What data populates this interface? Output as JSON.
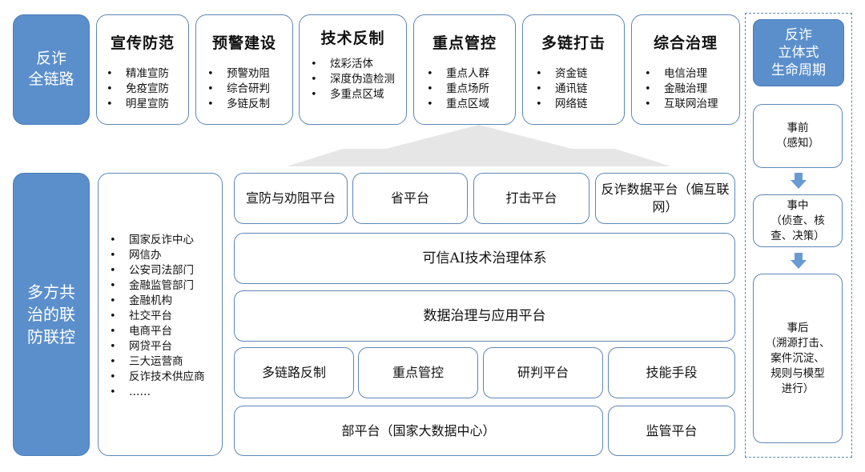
{
  "left_top_label": "反诈\n全链路",
  "left_bottom_label": "多方共\n治的联\n防联控",
  "top_cards": [
    {
      "title": "宣传防范",
      "items": [
        "精准宣防",
        "免疫宣防",
        "明星宣防"
      ]
    },
    {
      "title": "预警建设",
      "items": [
        "预警劝阻",
        "综合研判",
        "多链反制"
      ]
    },
    {
      "title": "技术反制",
      "items": [
        "炫彩活体",
        "深度伪造检测",
        "多重点区域"
      ]
    },
    {
      "title": "重点管控",
      "items": [
        "重点人群",
        "重点场所",
        "重点区域"
      ]
    },
    {
      "title": "多链打击",
      "items": [
        "资金链",
        "通讯链",
        "网络链"
      ]
    },
    {
      "title": "综合治理",
      "items": [
        "电信治理",
        "金融治理",
        "互联网治理"
      ]
    }
  ],
  "participants": [
    "国家反诈中心",
    "网信办",
    "公安司法部门",
    "金融监管部门",
    "金融机构",
    "社交平台",
    "电商平台",
    "网贷平台",
    "三大运营商",
    "反诈技术供应商",
    "……"
  ],
  "platform_row1": [
    "宣防与劝阻平台",
    "省平台",
    "打击平台",
    "反诈数据平台（偏互联网）"
  ],
  "ai_system": "可信AI技术治理体系",
  "data_platform": "数据治理与应用平台",
  "platform_row4": [
    "多链路反制",
    "重点管控",
    "研判平台",
    "技能手段"
  ],
  "ministry_platform": "部平台（国家大数据中心）",
  "supervision_platform": "监管平台",
  "lifecycle": {
    "title": "反诈\n立体式\n生命周期",
    "stages": [
      "事前\n（感知）",
      "事中\n（侦查、核\n查、决策）",
      "事后\n（溯源打击、\n案件沉淀、\n规则与模型\n进行）"
    ]
  },
  "colors": {
    "accent": "#5b8fcc",
    "border": "#5d87b8",
    "arrow": "#e6e6e6",
    "down_arrow": "#6a9ad4"
  }
}
